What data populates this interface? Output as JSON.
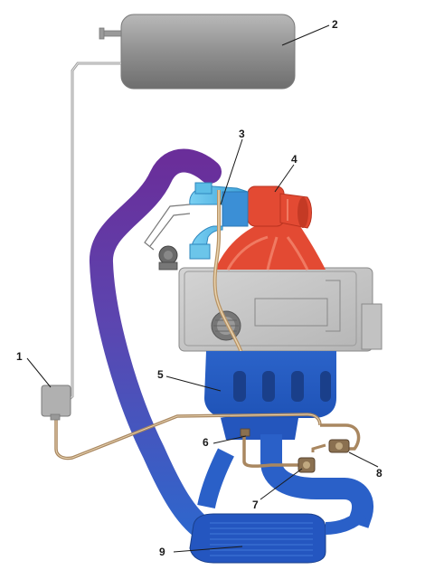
{
  "colors": {
    "exhaust_red": "#e34a33",
    "turbo_cyan": "#4fb8e8",
    "intake_purple": "#6a3a9a",
    "intake_blue": "#2f62c8",
    "engine_gray": "#c8c8c8",
    "tank_gray": "#8c8c8c",
    "vacuum_line": "#c8a878"
  },
  "callouts": [
    {
      "id": "1",
      "label": "1"
    },
    {
      "id": "2",
      "label": "2"
    },
    {
      "id": "3",
      "label": "3"
    },
    {
      "id": "4",
      "label": "4"
    },
    {
      "id": "5",
      "label": "5"
    },
    {
      "id": "6",
      "label": "6"
    },
    {
      "id": "7",
      "label": "7"
    },
    {
      "id": "8",
      "label": "8"
    },
    {
      "id": "9",
      "label": "9"
    }
  ]
}
